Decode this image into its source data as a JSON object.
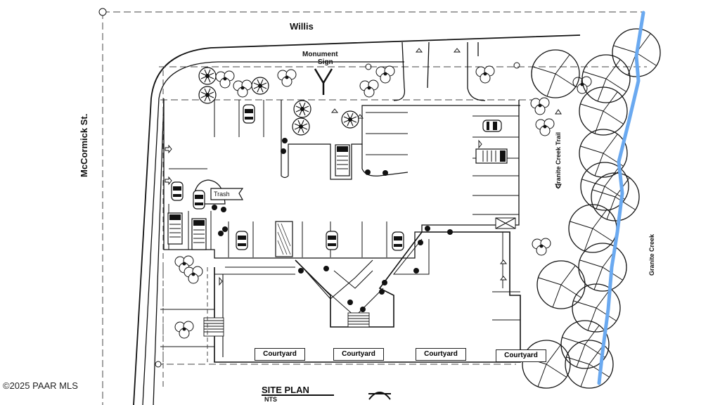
{
  "streets": {
    "north": "Willis",
    "west": "McCormick St."
  },
  "labels": {
    "monument_sign_line1": "Monument",
    "monument_sign_line2": "Sign",
    "trash": "Trash",
    "trail": "Granite Creek Trail",
    "creek": "Granite Creek"
  },
  "courtyards": [
    "Courtyard",
    "Courtyard",
    "Courtyard",
    "Courtyard"
  ],
  "title": {
    "main": "SITE PLAN",
    "scale": "NTS"
  },
  "watermark": "©2025 PAAR MLS",
  "colors": {
    "creek": "#6aa9f0",
    "line": "#222222"
  }
}
